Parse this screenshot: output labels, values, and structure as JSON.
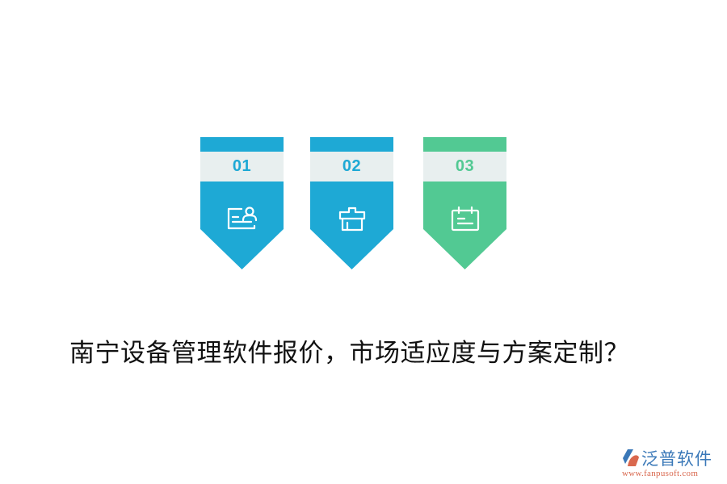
{
  "colors": {
    "blue": "#1ea9d5",
    "green": "#52c993",
    "band": "#e8efef",
    "title": "#111111",
    "logo_blue": "#3a78b8",
    "logo_orange": "#d9684e"
  },
  "cards": [
    {
      "number": "01",
      "icon": "id-card-person-icon",
      "color": "#1ea9d5"
    },
    {
      "number": "02",
      "icon": "shop-stall-icon",
      "color": "#1ea9d5"
    },
    {
      "number": "03",
      "icon": "calendar-note-icon",
      "color": "#52c993"
    }
  ],
  "title": "南宁设备管理软件报价，市场适应度与方案定制？",
  "logo": {
    "brand": "泛普软件",
    "url": "www.fanpusoft.com"
  }
}
